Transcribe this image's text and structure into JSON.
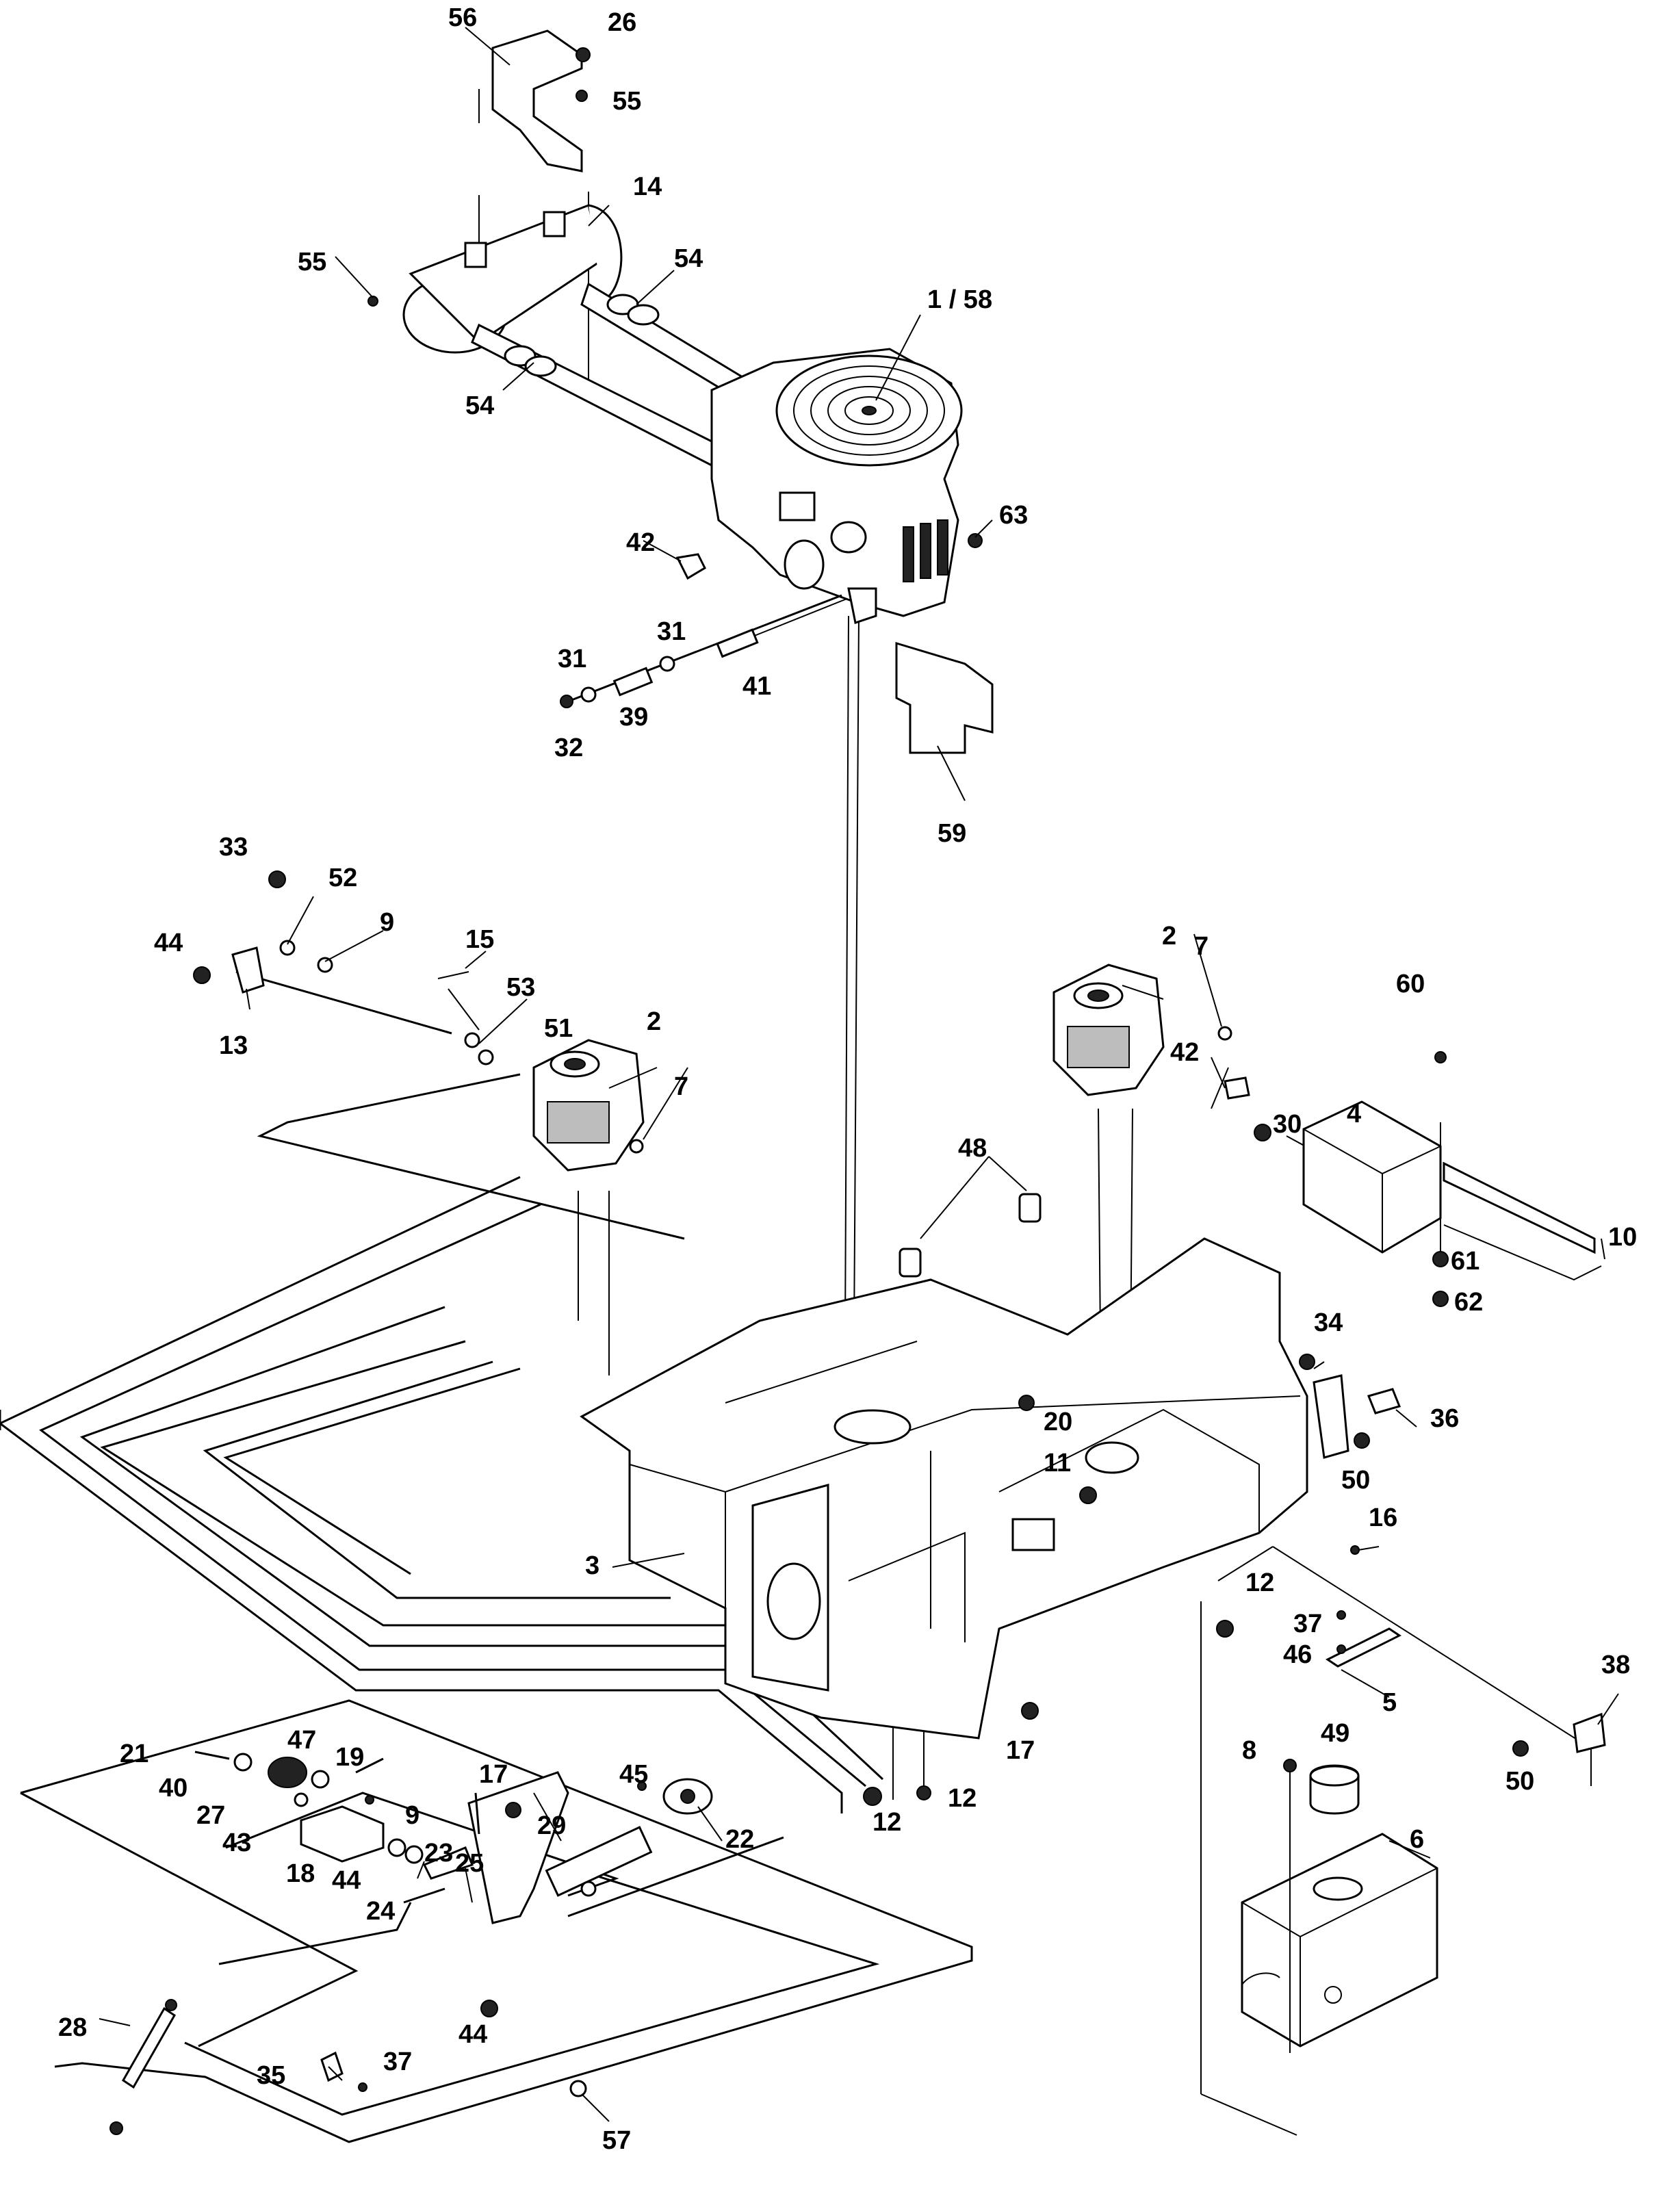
{
  "labels": {
    "l1_58": "1  / 58",
    "l2a": "2",
    "l2b": "2",
    "l3": "3",
    "l4": "4",
    "l5": "5",
    "l6": "6",
    "l7a": "7",
    "l7b": "7",
    "l8": "8",
    "l9a": "9",
    "l9b": "9",
    "l10": "10",
    "l11": "11",
    "l12a": "12",
    "l12b": "12",
    "l12c": "12",
    "l13": "13",
    "l14": "14",
    "l15": "15",
    "l16": "16",
    "l17a": "17",
    "l17b": "17",
    "l18": "18",
    "l19": "19",
    "l20": "20",
    "l21": "21",
    "l22": "22",
    "l23": "23",
    "l24": "24",
    "l25": "25",
    "l26": "26",
    "l27": "27",
    "l28": "28",
    "l29": "29",
    "l30": "30",
    "l31a": "31",
    "l31b": "31",
    "l32": "32",
    "l33": "33",
    "l34": "34",
    "l35": "35",
    "l36": "36",
    "l37a": "37",
    "l37b": "37",
    "l38": "38",
    "l39": "39",
    "l40": "40",
    "l41": "41",
    "l42a": "42",
    "l42b": "42",
    "l43": "43",
    "l44a": "44",
    "l44b": "44",
    "l44c": "44",
    "l45": "45",
    "l46": "46",
    "l47": "47",
    "l48": "48",
    "l49": "49",
    "l50a": "50",
    "l50b": "50",
    "l51": "51",
    "l52": "52",
    "l53": "53",
    "l54a": "54",
    "l54b": "54",
    "l55a": "55",
    "l55b": "55",
    "l56": "56",
    "l57": "57",
    "l59": "59",
    "l60": "60",
    "l61": "61",
    "l62": "62",
    "l63": "63"
  }
}
